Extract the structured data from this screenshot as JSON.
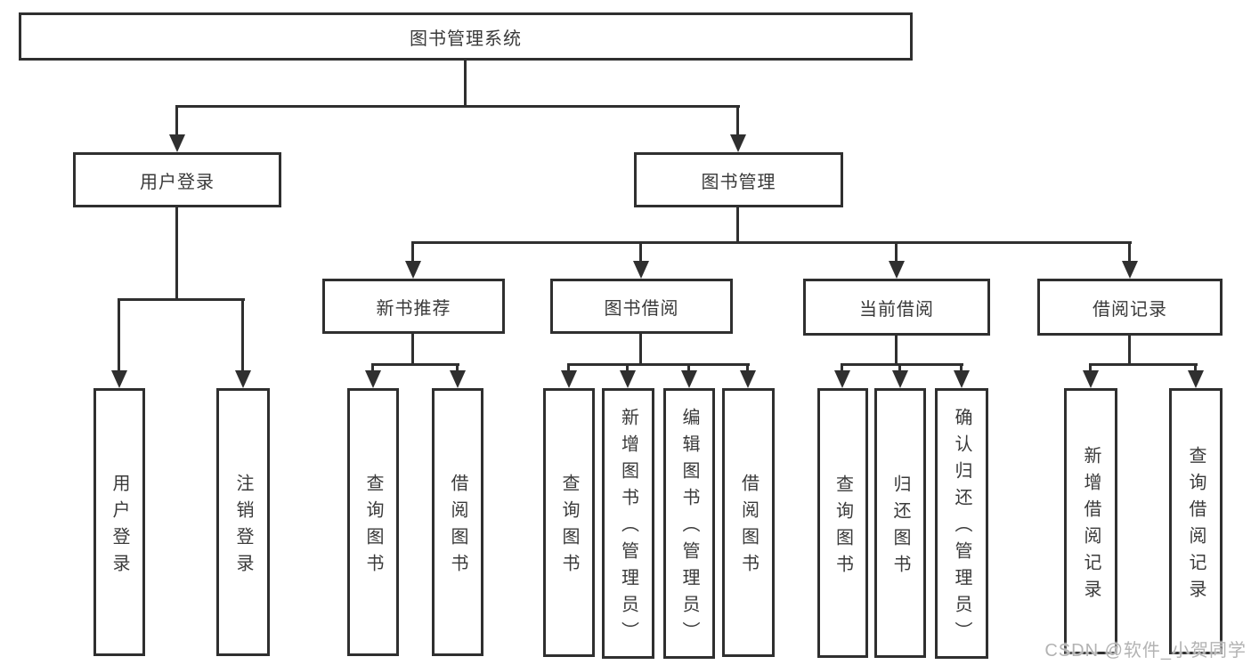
{
  "diagram": {
    "root": "图书管理系统",
    "branches": {
      "user_login": "用户登录",
      "book_mgmt": "图书管理"
    },
    "level2": {
      "new_book_rec": "新书推荐",
      "book_borrow": "图书借阅",
      "current_borrow": "当前借阅",
      "borrow_records": "借阅记录"
    },
    "leaves": {
      "login": "用户登录",
      "logout": "注销登录",
      "nbr_query": "查询图书",
      "nbr_borrow": "借阅图书",
      "bb_query": "查询图书",
      "bb_add": "新增图书（管理员）",
      "bb_edit": "编辑图书（管理员）",
      "bb_borrow": "借阅图书",
      "cb_query": "查询图书",
      "cb_return": "归还图书",
      "cb_confirm": "确认归还（管理员）",
      "br_add": "新增借阅记录",
      "br_query": "查询借阅记录"
    }
  },
  "watermark": "CSDN @软件_小贺同学",
  "colors": {
    "line": "#2f2f2f",
    "text": "#3a3a3a",
    "watermark": "#b3b3b3",
    "background": "#ffffff"
  }
}
